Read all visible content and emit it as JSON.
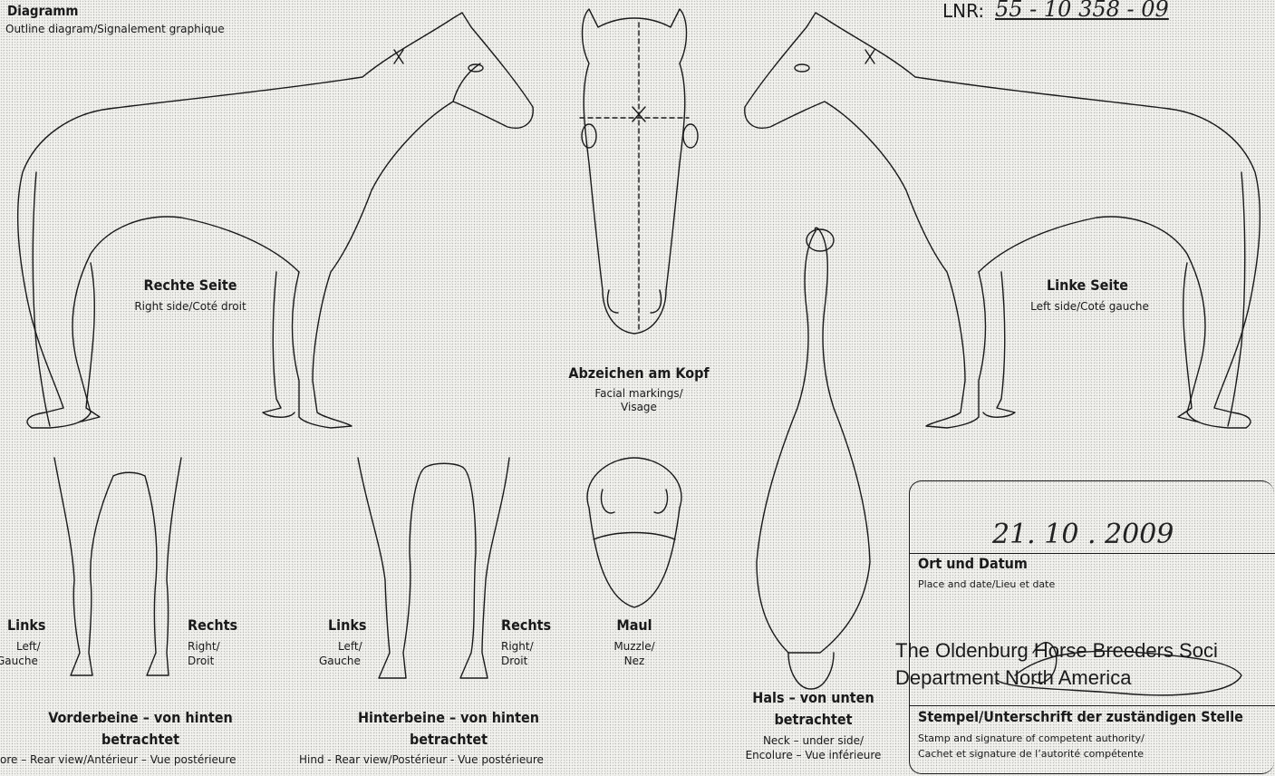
{
  "header": {
    "title": "Diagramm",
    "subtitle": "Outline diagram/Signalement graphique",
    "lnr_label": "LNR:",
    "lnr_value": "55 - 10 358 - 09"
  },
  "sides": {
    "right": {
      "title": "Rechte Seite",
      "sub": "Right side/Coté droit"
    },
    "left": {
      "title": "Linke Seite",
      "sub": "Left side/Coté gauche"
    }
  },
  "head": {
    "title": "Abzeichen am Kopf",
    "sub1": "Facial markings/",
    "sub2": "Visage"
  },
  "forelegs": {
    "links": "Links",
    "links_sub1": "Left/",
    "links_sub2": "Gauche",
    "rechts": "Rechts",
    "rechts_sub1": "Right/",
    "rechts_sub2": "Droit",
    "title1": "Vorderbeine – von hinten",
    "title2": "betrachtet",
    "caption": "ore – Rear view/Antérieur – Vue postérieure"
  },
  "hindlegs": {
    "links": "Links",
    "links_sub1": "Left/",
    "links_sub2": "Gauche",
    "rechts": "Rechts",
    "rechts_sub1": "Right/",
    "rechts_sub2": "Droit",
    "title1": "Hinterbeine – von hinten",
    "title2": "betrachtet",
    "caption": "Hind - Rear view/Postérieur - Vue postérieure"
  },
  "muzzle": {
    "title": "Maul",
    "sub1": "Muzzle/",
    "sub2": "Nez"
  },
  "neck": {
    "title1": "Hals – von unten",
    "title2": "betrachtet",
    "sub1": "Neck – under side/",
    "sub2": "Encolure – Vue inférieure"
  },
  "stamp": {
    "date": "21. 10 . 2009",
    "place_label": "Ort und Datum",
    "place_sub": "Place and date/Lieu et date",
    "org_line1": "The Oldenburg Horse Breeders Soci",
    "org_line2": "Department North America",
    "sig_label": "Stempel/Unterschrift der zuständigen Stelle",
    "sig_sub1": "Stamp and signature of competent authority/",
    "sig_sub2": "Cachet et signature de l’autorité compétente"
  }
}
